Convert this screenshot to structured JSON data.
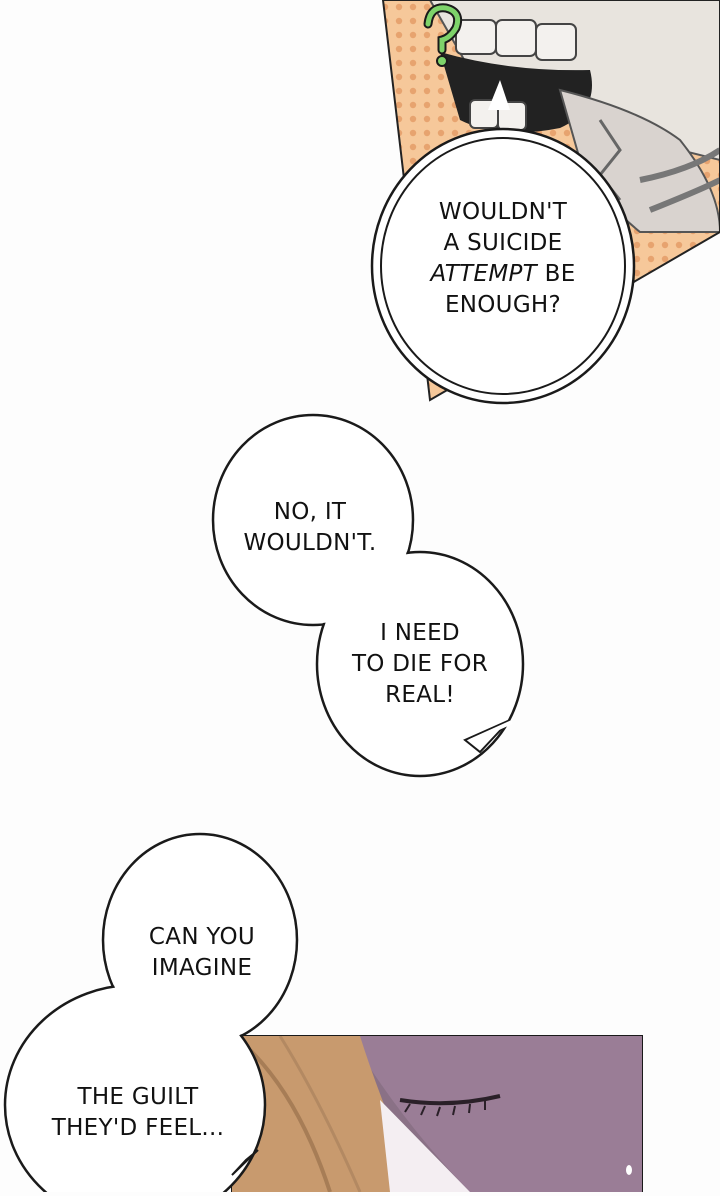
{
  "panels": {
    "top_panel": {
      "description_icon": "question-mark-icon",
      "bg_color": "#f6c89a",
      "dot_color": "#e7a36f"
    },
    "bottom_panel": {
      "bg_color": "#8a7186",
      "hair_color": "#c89a6e"
    }
  },
  "bubbles": {
    "bubble_1": {
      "lines": [
        "WOULDN'T",
        "A SUICIDE",
        "BE",
        "ENOUGH?"
      ],
      "emphasis": "ATTEMPT"
    },
    "bubble_2": {
      "lines": [
        "NO, IT",
        "WOULDN'T."
      ]
    },
    "bubble_3": {
      "lines": [
        "I NEED",
        "TO DIE FOR",
        "REAL!"
      ]
    },
    "bubble_4": {
      "lines": [
        "CAN YOU",
        "IMAGINE"
      ]
    },
    "bubble_5": {
      "lines": [
        "THE GUILT",
        "THEY'D FEEL..."
      ]
    }
  }
}
